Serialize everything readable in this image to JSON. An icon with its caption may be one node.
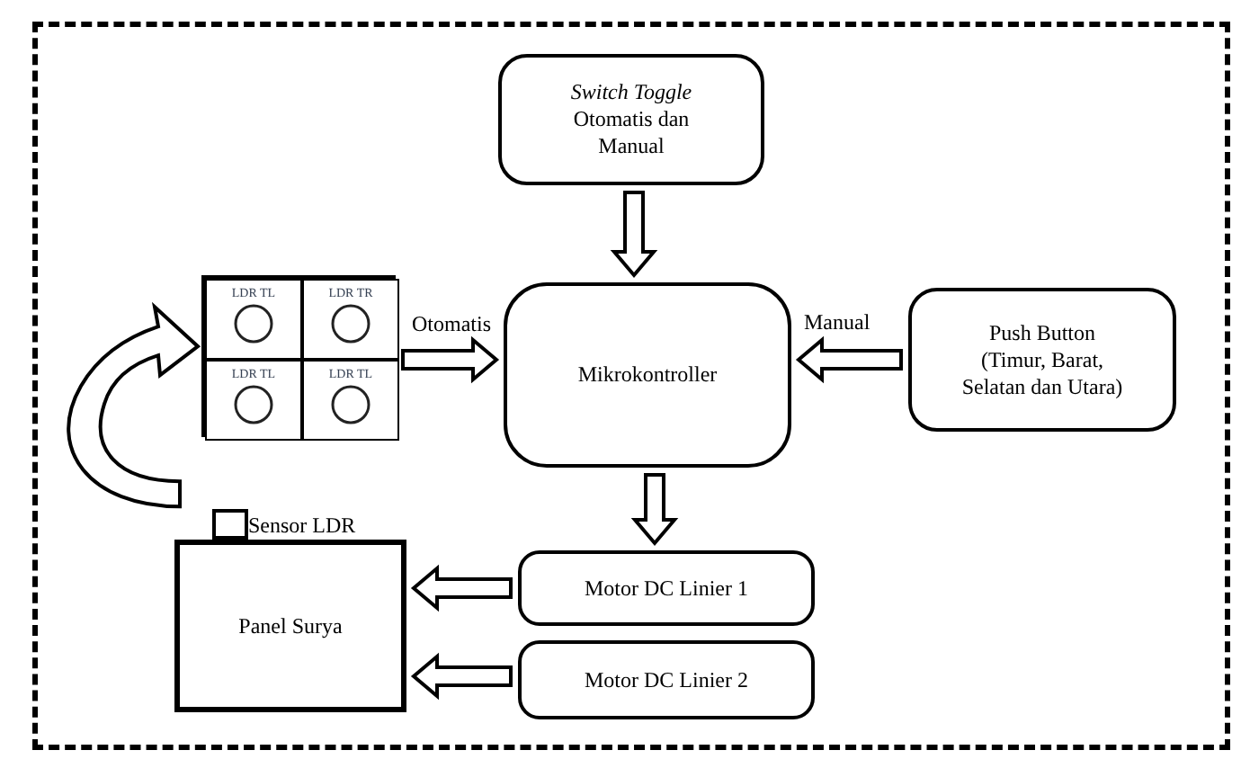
{
  "diagram": {
    "nodes": [
      {
        "text": [
          "*Switch Toggle* Otomatis dan Manual"
        ]
      },
      {
        "text": [],
        "shape": "box"
      },
      {
        "text": [
          "LDR TL"
        ],
        "in": 1
      },
      {
        "text": [
          "LDR TR"
        ],
        "in": 1
      },
      {
        "text": [
          "LDR TL"
        ],
        "in": 1
      },
      {
        "text": [
          "LDR TL"
        ],
        "in": 1
      },
      {
        "text": [
          "Mikrokontroller"
        ]
      },
      {
        "text": [
          "Push Button (Timur, Barat, Selatan dan Utara)"
        ]
      },
      {
        "text": [],
        "shape": "box",
        "beside": [
          "Sensor LDR"
        ]
      },
      {
        "text": [
          "Panel Surya"
        ]
      },
      {
        "text": [
          "Motor DC Linier 1"
        ]
      },
      {
        "text": [
          "Motor DC Linier 2"
        ]
      }
    ],
    "edges": [
      {
        "from": 0,
        "to": 6,
        "arrow": "to"
      },
      {
        "from": 1,
        "to": 6,
        "arrow": "to",
        "label": "Otomatis"
      },
      {
        "from": 7,
        "to": 6,
        "arrow": "to",
        "label": "Manual"
      },
      {
        "from": 6,
        "to": 10,
        "arrow": "to"
      },
      {
        "from": 10,
        "to": 9,
        "arrow": "to"
      },
      {
        "from": 11,
        "to": 9,
        "arrow": "to"
      },
      {
        "from": null,
        "to": 1,
        "arrow": "to"
      }
    ]
  }
}
